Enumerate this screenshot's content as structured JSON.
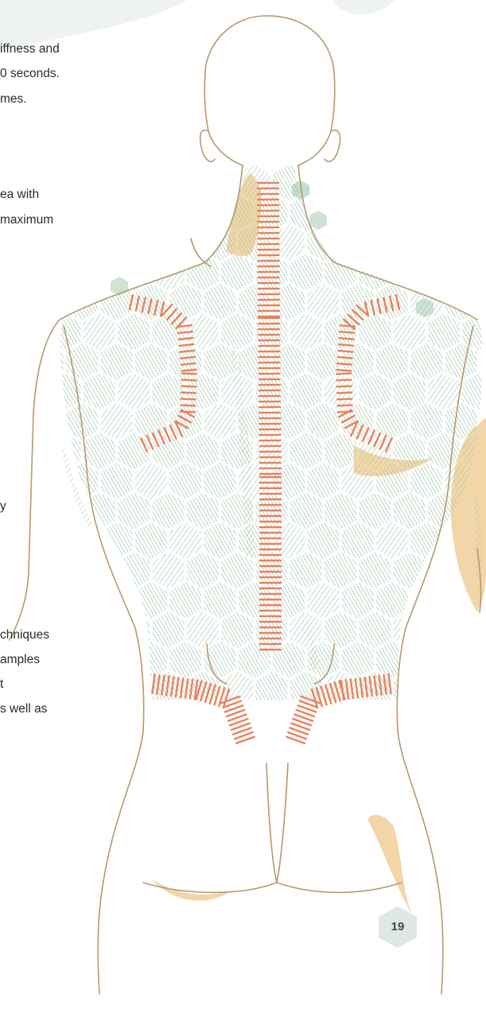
{
  "text_fragments": [
    {
      "line": "iffness and"
    },
    {
      "line": "0 seconds."
    },
    {
      "line": "mes."
    },
    {
      "line": "ea with"
    },
    {
      "line": "maximum"
    },
    {
      "line": "y"
    },
    {
      "line": "chniques"
    },
    {
      "line": "amples"
    },
    {
      "line": "t"
    },
    {
      "line": "s well as"
    }
  ],
  "page_number": "19",
  "colors": {
    "outline": "#b59a72",
    "hex_fill": "#9fc6a9",
    "accent_stripes": "#e8825c",
    "tan_highlight": "#f3d6a8",
    "badge": "#dfe6e6",
    "corner_shape": "#eef2f1"
  }
}
